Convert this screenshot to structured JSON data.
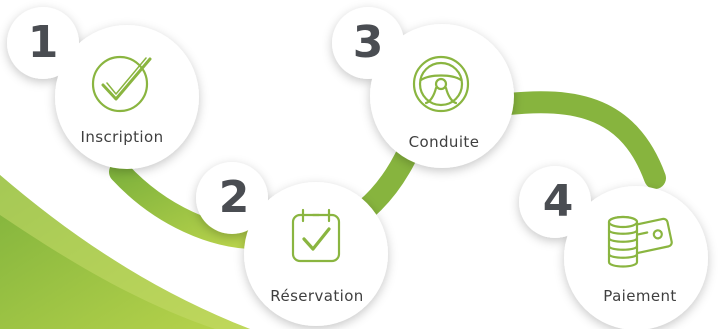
{
  "colors": {
    "accent_green": "#8cb63f",
    "light_green": "#b3cf4c",
    "icon_green": "#8ab540",
    "number_gray": "#4a4d52",
    "text_gray": "#3f3f3f",
    "bubble_white": "#ffffff"
  },
  "steps": [
    {
      "number": "1",
      "label": "Inscription",
      "icon": "checkmark-circle-icon"
    },
    {
      "number": "2",
      "label": "Réservation",
      "icon": "calendar-check-icon"
    },
    {
      "number": "3",
      "label": "Conduite",
      "icon": "steering-wheel-icon"
    },
    {
      "number": "4",
      "label": "Paiement",
      "icon": "coins-and-card-icon"
    }
  ]
}
